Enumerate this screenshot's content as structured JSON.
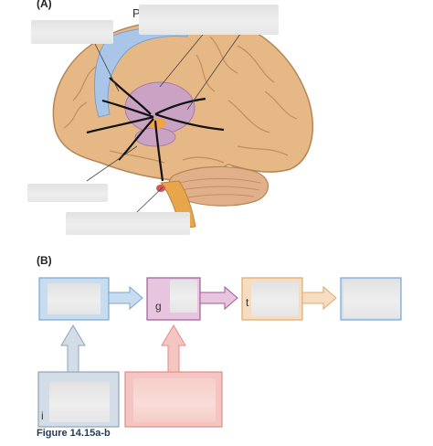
{
  "panel_a": {
    "label": "(A)",
    "fragment_p": "P"
  },
  "panel_b": {
    "label": "(B)",
    "fragment_g": "g",
    "fragment_t": "t",
    "fragment_i": "i",
    "box_colors": {
      "blue_a": "#c8dcef",
      "purple": "#e7c5df",
      "orange": "#f6dcc0",
      "blue_b": "#cfe0f2",
      "grey_blue": "#d3dde8",
      "pink": "#f5c6c1"
    }
  },
  "caption": "Figure 14.15a-b"
}
